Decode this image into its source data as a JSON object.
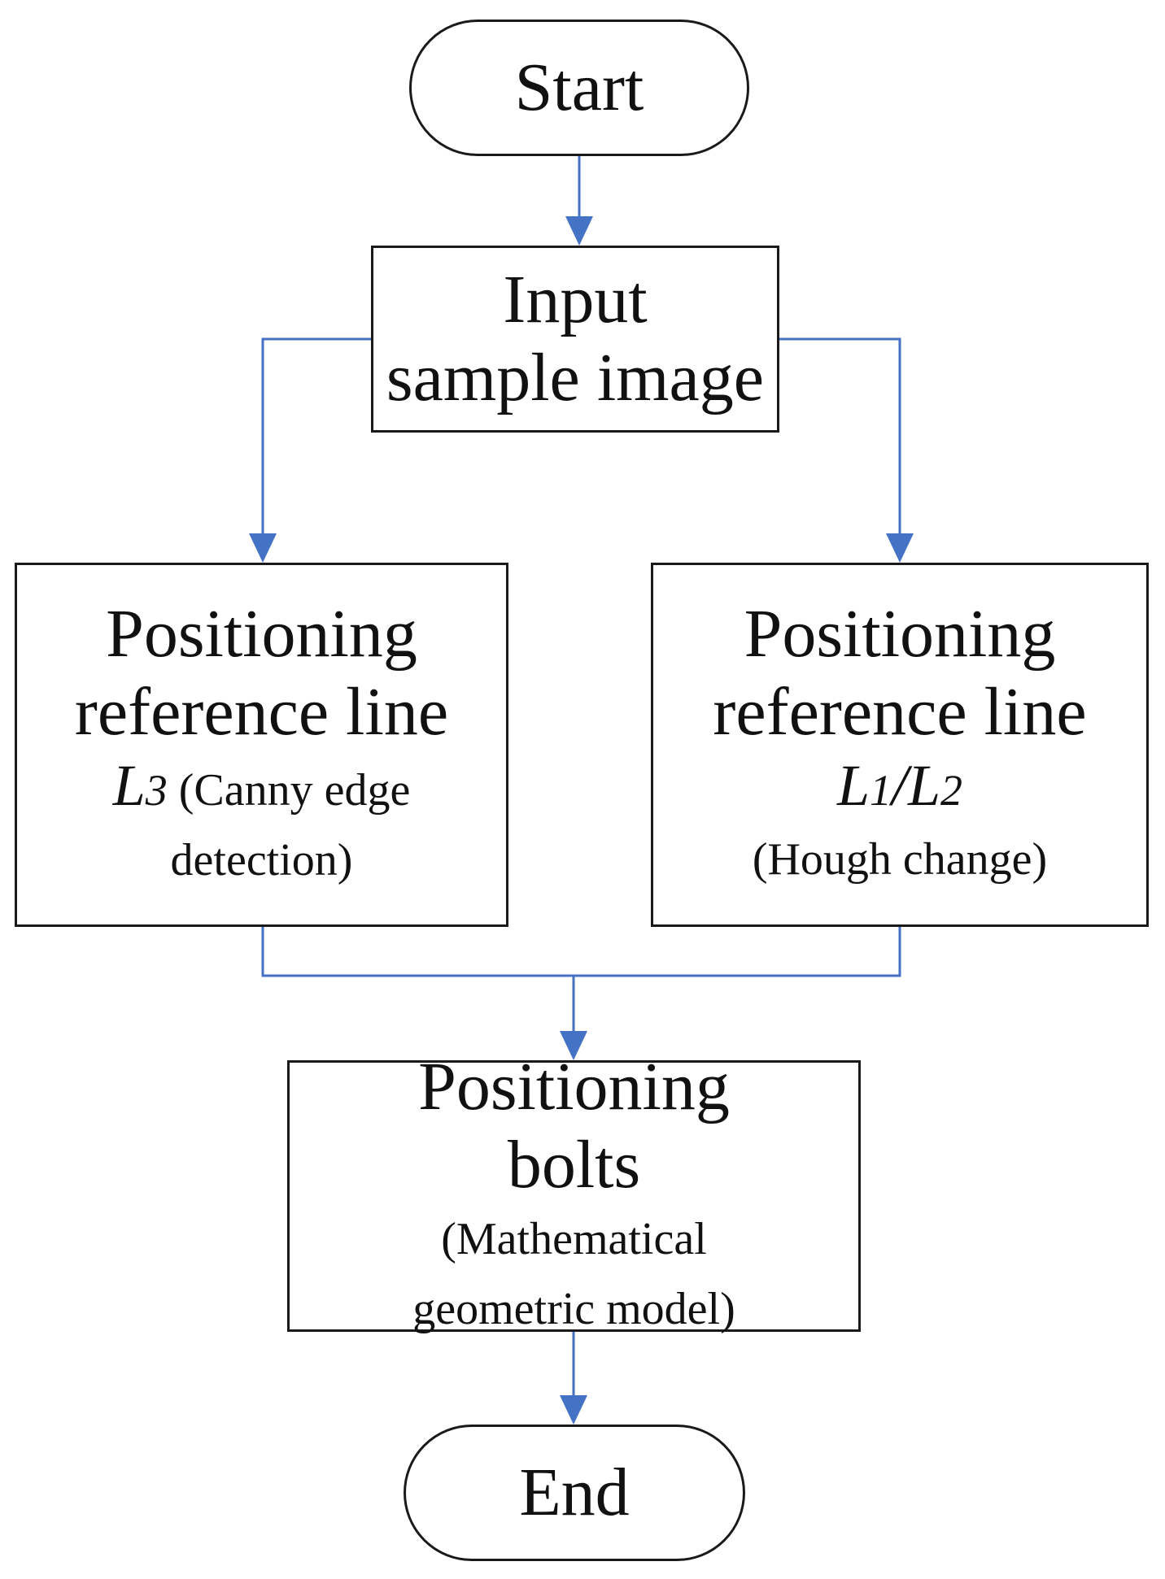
{
  "colors": {
    "connector": "#4472c4",
    "border": "#1a1a1a",
    "text": "#111111"
  },
  "nodes": {
    "start": {
      "label": "Start"
    },
    "input": {
      "line1": "Input",
      "line2": "sample image"
    },
    "left": {
      "line1": "Positioning",
      "line2": "reference line",
      "symbol": "L",
      "subscript": "3",
      "note1": " (Canny edge",
      "note2": "detection)"
    },
    "right": {
      "line1": "Positioning",
      "line2": "reference line",
      "symbol1": "L",
      "subscript1": "1",
      "slash": "/",
      "symbol2": "L",
      "subscript2": "2",
      "note": "(Hough change)"
    },
    "bolts": {
      "line1": "Positioning",
      "line2": "bolts",
      "note1": "(Mathematical",
      "note2": "geometric model)"
    },
    "end": {
      "label": "End"
    }
  },
  "edges": [
    {
      "from": "start",
      "to": "input"
    },
    {
      "from": "input",
      "to": "left"
    },
    {
      "from": "input",
      "to": "right"
    },
    {
      "from": "left",
      "to": "bolts"
    },
    {
      "from": "right",
      "to": "bolts"
    },
    {
      "from": "bolts",
      "to": "end"
    }
  ]
}
